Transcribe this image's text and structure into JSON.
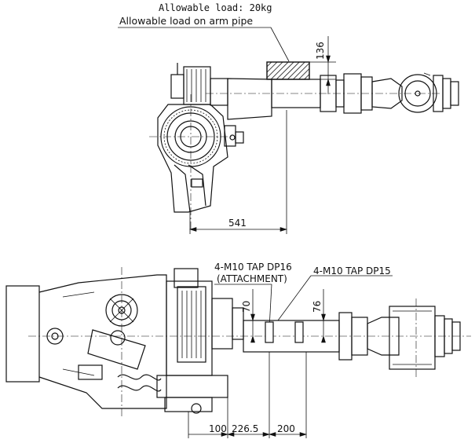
{
  "annotations": {
    "allowable_load": "Allowable load: 20kg",
    "allowable_load_arm_pipe": "Allowable load on arm pipe",
    "tap_attachment": "4-M10 TAP DP16",
    "tap_attachment_sub": "(ATTACHMENT)",
    "tap_pipe": "4-M10 TAP DP15"
  },
  "dimensions": {
    "top_load_height": "136",
    "top_offset": "541",
    "bottom_70": "70",
    "bottom_76": "76",
    "bottom_100": "100",
    "bottom_226_5": "226.5",
    "bottom_200": "200"
  }
}
